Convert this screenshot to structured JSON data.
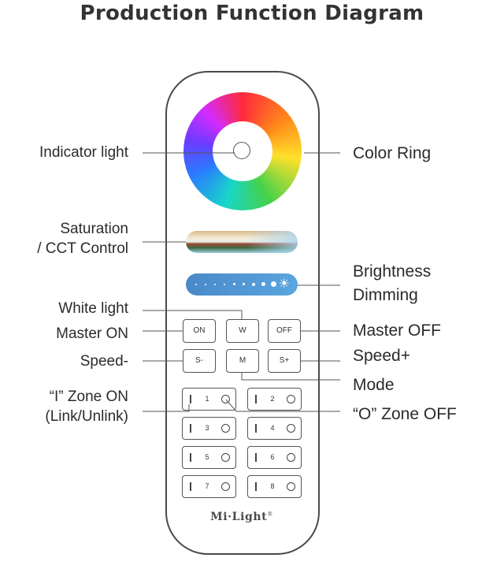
{
  "title": "Production Function Diagram",
  "labels": {
    "indicator_light": "Indicator light",
    "saturation_line1": "Saturation",
    "saturation_line2": "/ CCT Control",
    "white_light": "White light",
    "master_on": "Master ON",
    "speed_minus": "Speed-",
    "zone_on_line1": "“I” Zone ON",
    "zone_on_line2": "(Link/Unlink)",
    "color_ring": "Color Ring",
    "brightness_line1": "Brightness",
    "brightness_line2": "Dimming",
    "master_off": "Master OFF",
    "speed_plus": "Speed+",
    "mode": "Mode",
    "zone_off": "“O” Zone OFF"
  },
  "buttons": {
    "on": "ON",
    "w": "W",
    "off": "OFF",
    "s_minus": "S-",
    "m": "M",
    "s_plus": "S+"
  },
  "zones": [
    "1",
    "2",
    "3",
    "4",
    "5",
    "6",
    "7",
    "8"
  ],
  "brand": "Mi·Light",
  "brand_mark": "®"
}
